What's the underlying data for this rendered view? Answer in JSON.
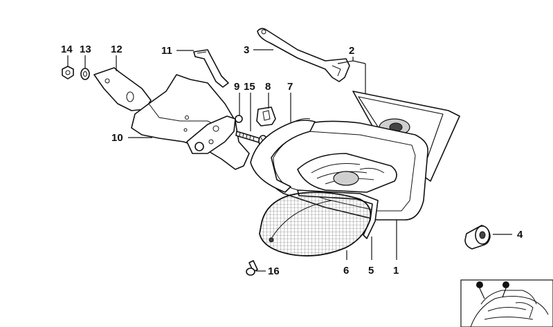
{
  "callouts": {
    "c1": "1",
    "c2": "2",
    "c3": "3",
    "c4": "4",
    "c5": "5",
    "c6": "6",
    "c7": "7",
    "c8": "8",
    "c9": "9",
    "c10": "10",
    "c11": "11",
    "c12": "12",
    "c13": "13",
    "c14": "14",
    "c15": "15",
    "c16": "16"
  },
  "colors": {
    "line": "#111111",
    "background": "#ffffff",
    "lens_grid": "#555555"
  },
  "icons": {
    "thumbnail": "motorcycle-thumbnail-icon"
  }
}
